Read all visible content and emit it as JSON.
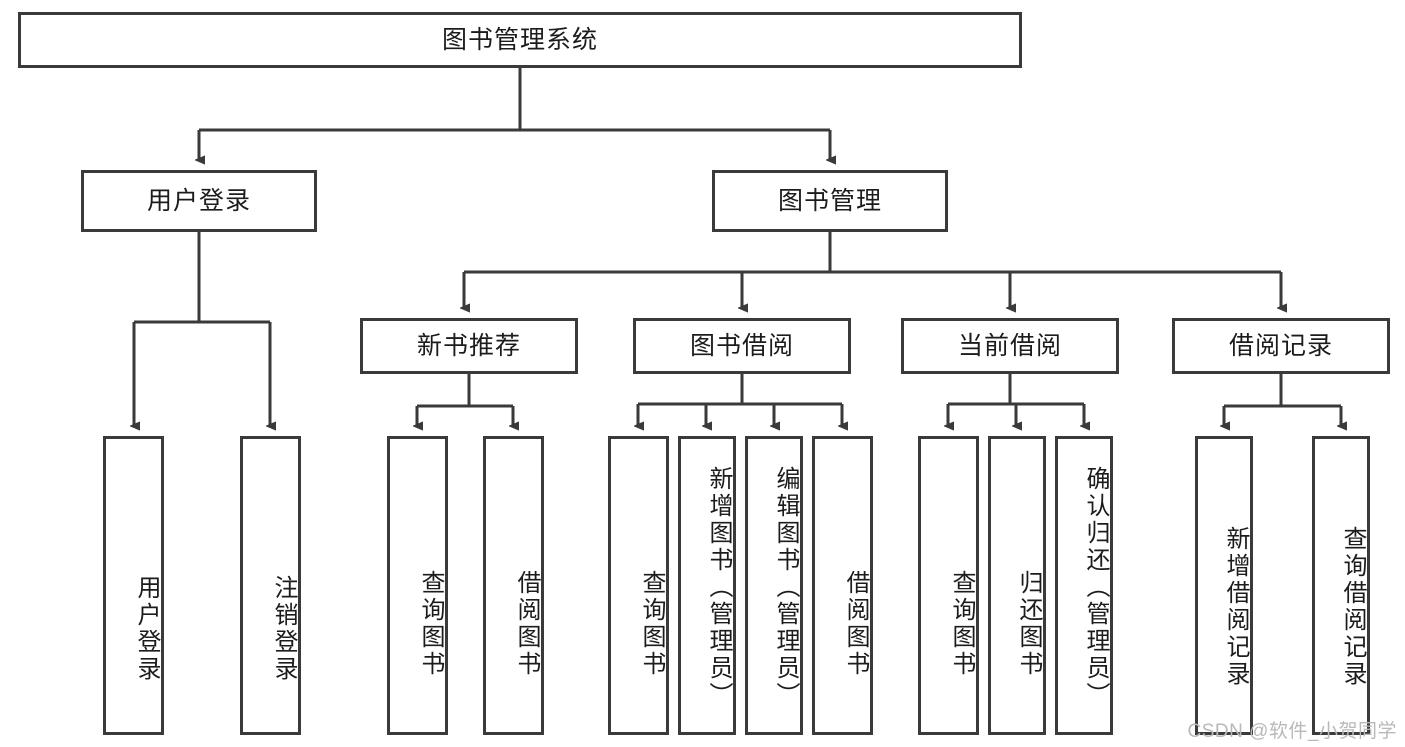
{
  "diagram": {
    "title": "图书管理系统",
    "type": "tree-hierarchy-diagram",
    "watermark": "CSDN @软件_小贺同学",
    "colors": {
      "box_stroke": "#3a3a3a",
      "box_fill": "#ffffff",
      "connector": "#3a3a3a",
      "text": "#1c1c1c",
      "watermark": "#b9b9b9"
    },
    "root": {
      "label": "图书管理系统"
    },
    "level2": [
      {
        "id": "user-login",
        "label": "用户登录"
      },
      {
        "id": "book-manage",
        "label": "图书管理"
      }
    ],
    "level3": [
      {
        "id": "new-book-recommend",
        "label": "新书推荐"
      },
      {
        "id": "book-borrow",
        "label": "图书借阅"
      },
      {
        "id": "current-borrow",
        "label": "当前借阅"
      },
      {
        "id": "borrow-record",
        "label": "借阅记录"
      }
    ],
    "leaves": {
      "user_login": [
        {
          "id": "leaf-user-login",
          "label": "用户登录"
        },
        {
          "id": "leaf-logout-login",
          "label": "注销登录"
        }
      ],
      "new_book_recommend": [
        {
          "id": "leaf-query-book-1",
          "label": "查询图书"
        },
        {
          "id": "leaf-borrow-book-1",
          "label": "借阅图书"
        }
      ],
      "book_borrow": [
        {
          "id": "leaf-query-book-2",
          "label": "查询图书"
        },
        {
          "id": "leaf-add-book-admin",
          "label": "新增图书（管理员）"
        },
        {
          "id": "leaf-edit-book-admin",
          "label": "编辑图书（管理员）"
        },
        {
          "id": "leaf-borrow-book-2",
          "label": "借阅图书"
        }
      ],
      "current_borrow": [
        {
          "id": "leaf-query-book-3",
          "label": "查询图书"
        },
        {
          "id": "leaf-return-book",
          "label": "归还图书"
        },
        {
          "id": "leaf-confirm-return-admin",
          "label": "确认归还（管理员）"
        }
      ],
      "borrow_record": [
        {
          "id": "leaf-add-borrow-record",
          "label": "新增借阅记录"
        },
        {
          "id": "leaf-query-borrow-record",
          "label": "查询借阅记录"
        }
      ]
    }
  }
}
